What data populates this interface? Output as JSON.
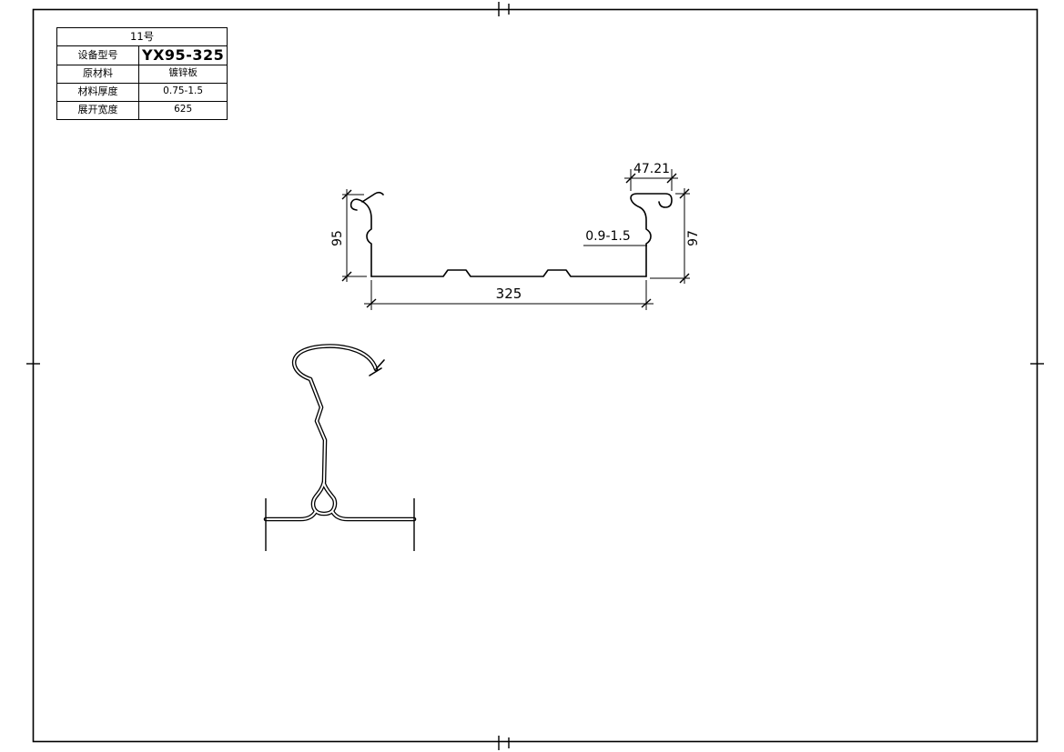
{
  "title_block": {
    "header": "11号",
    "rows": [
      {
        "label": "设备型号",
        "value": "YX95-325"
      },
      {
        "label": "原材料",
        "value": "镀锌板"
      },
      {
        "label": "材料厚度",
        "value": "0.75-1.5"
      },
      {
        "label": "展开宽度",
        "value": "625"
      }
    ]
  },
  "section_view": {
    "dim_top_seam": "47.21",
    "dim_left_height": "95",
    "dim_right_height": "97",
    "dim_thickness": "0.9-1.5",
    "dim_width": "325"
  },
  "colors": {
    "line": "#000000",
    "paper": "#ffffff"
  }
}
